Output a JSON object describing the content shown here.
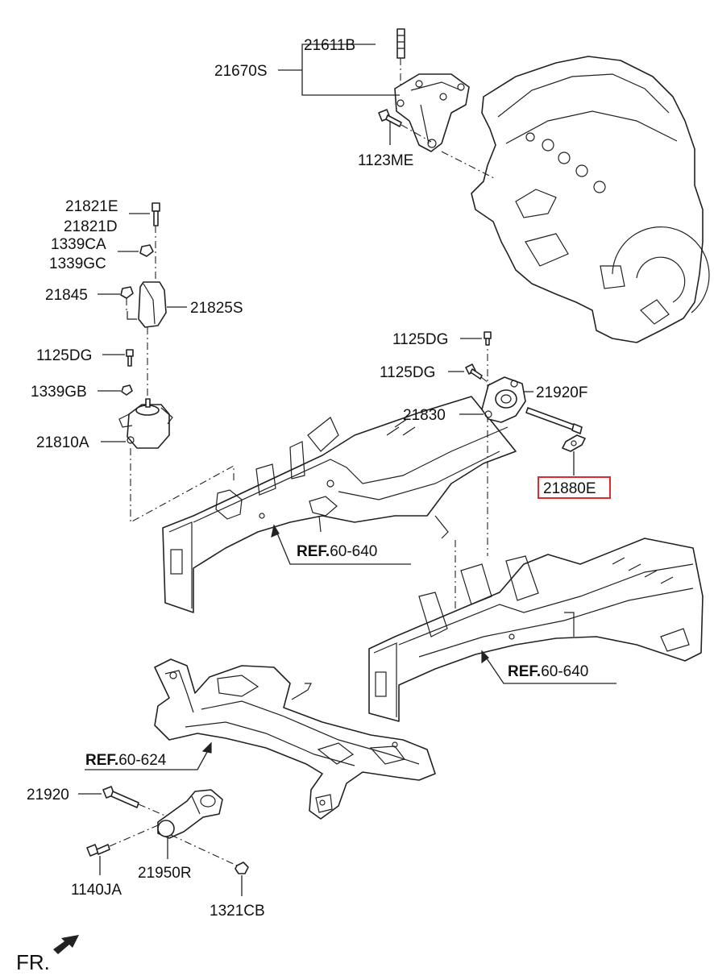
{
  "labels": {
    "p21611b": "21611B",
    "p21670s": "21670S",
    "p1123me": "1123ME",
    "p21821e": "21821E",
    "p21821d": "21821D",
    "p1339ca": "1339CA",
    "p1339gc": "1339GC",
    "p21845": "21845",
    "p21825s": "21825S",
    "p1125dg_left": "1125DG",
    "p1339gb": "1339GB",
    "p21810a": "21810A",
    "p1125dg_top": "1125DG",
    "p1125dg_mid": "1125DG",
    "p21920f": "21920F",
    "p21830": "21830",
    "p21880e": "21880E",
    "p21920": "21920",
    "p1140ja": "1140JA",
    "p21950r": "21950R",
    "p1321cb": "1321CB"
  },
  "refs": {
    "ref_prefix": "REF.",
    "ref1": "60-640",
    "ref2": "60-640",
    "ref3": "60-624"
  },
  "direction": "FR.",
  "colors": {
    "highlight": "#e0282e",
    "line": "#222222"
  }
}
